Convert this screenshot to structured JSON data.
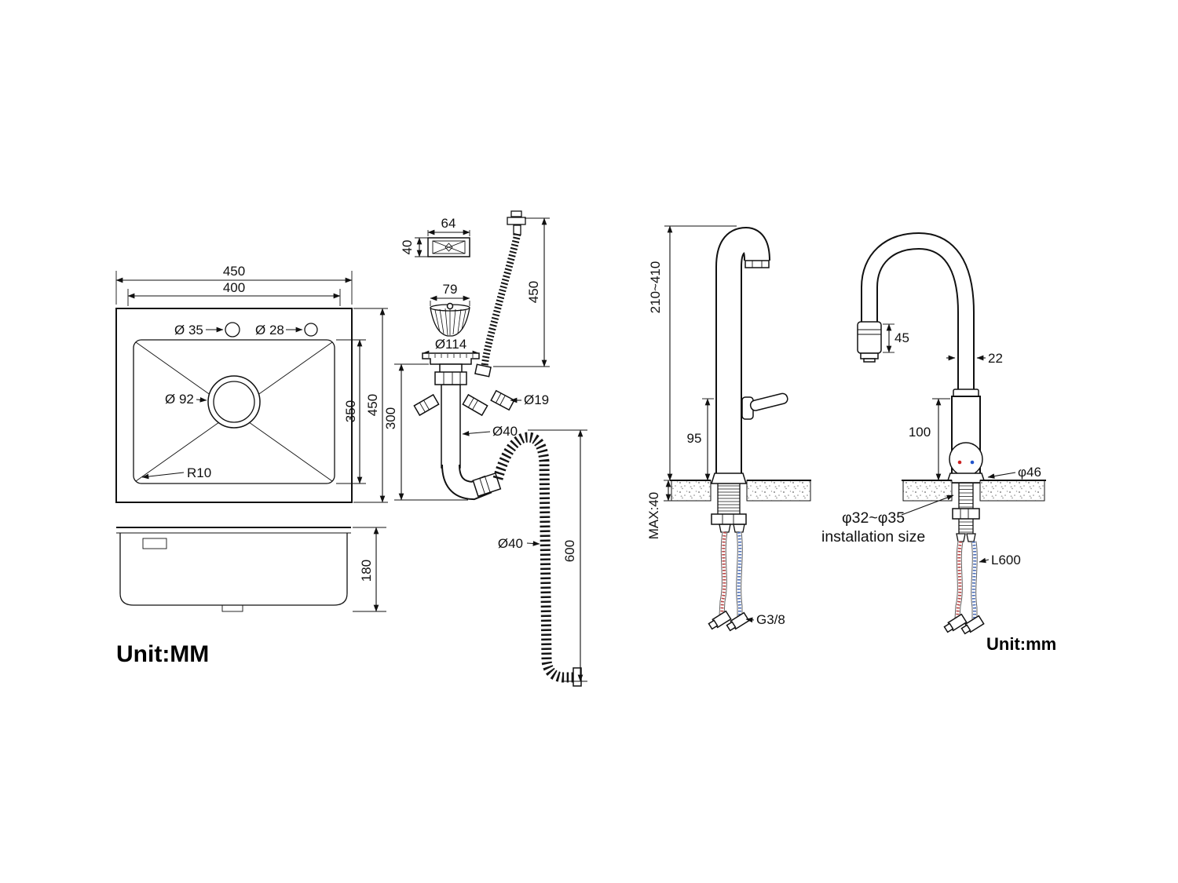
{
  "diagram": {
    "unit_left": "Unit:MM",
    "unit_right": "Unit:mm",
    "sink_top": {
      "width_outer": "450",
      "width_inner": "400",
      "height_outer": "450",
      "height_inner": "350",
      "hole_left": "Ø 35",
      "hole_right": "Ø 28",
      "drain": "Ø 92",
      "corner_radius": "R10"
    },
    "sink_side": {
      "depth": "180"
    },
    "drain_kit": {
      "overflow_plate_width": "64",
      "overflow_plate_height": "40",
      "strainer_width": "79",
      "flange_diameter": "Ø114",
      "overflow_hose_length": "450",
      "overflow_pipe_diameter": "Ø19",
      "tailpipe_diameter": "Ø40",
      "tailpipe_length": "300",
      "waste_hose_diameter": "Ø40",
      "waste_hose_length": "600"
    },
    "faucet_side": {
      "height_range": "210~410",
      "body_height": "95",
      "max_counter": "MAX:40",
      "thread": "G3/8"
    },
    "faucet_front": {
      "spray_head": "45",
      "spout_width": "22",
      "body_height": "100",
      "base_diameter": "φ46",
      "install_line1": "φ32~φ35",
      "install_line2": "installation size",
      "hose_length": "L600"
    }
  }
}
